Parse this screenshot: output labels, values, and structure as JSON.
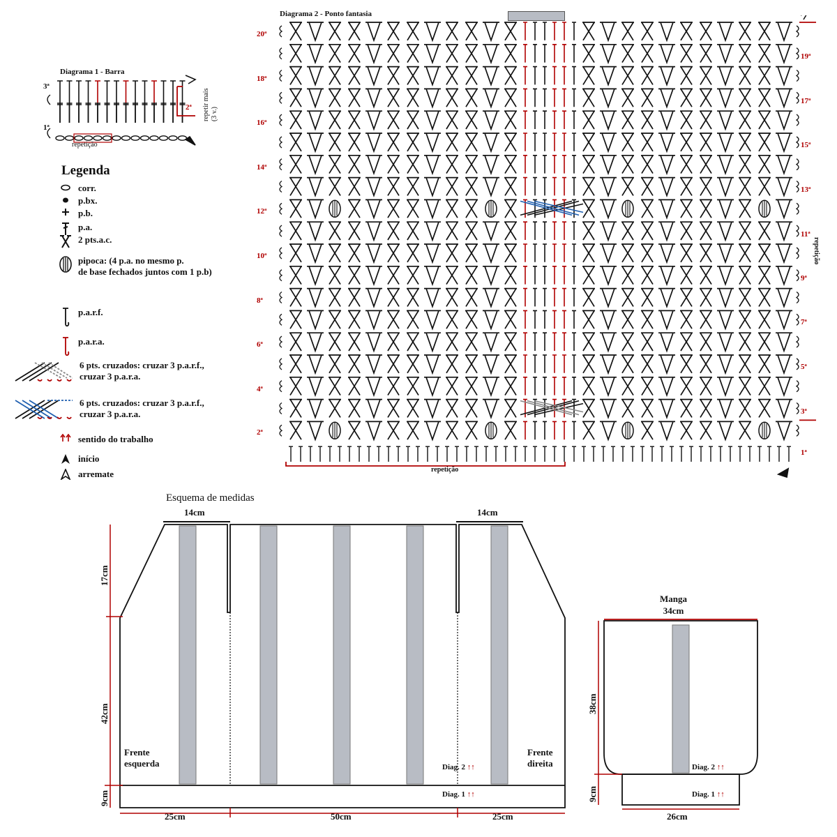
{
  "diagram1": {
    "title": "Diagrama 1 - Barra",
    "rows": [
      "3ª",
      "2ª",
      "1ª"
    ],
    "repeat_label": "repetição",
    "repeat_more": "repetir mais",
    "repeat_more2": "(3 v.)",
    "colors": {
      "red": "#b00000",
      "black": "#111111"
    }
  },
  "legend": {
    "title": "Legenda",
    "items": [
      {
        "icon": "chain-icon",
        "label": "corr."
      },
      {
        "icon": "slip-stitch-icon",
        "label": "p.bx."
      },
      {
        "icon": "single-crochet-icon",
        "label": "p.b."
      },
      {
        "icon": "double-crochet-icon",
        "label": "p.a."
      },
      {
        "icon": "crossed-stitches-icon",
        "label": "2 pts.a.c."
      },
      {
        "icon": "popcorn-icon",
        "label": "pipoca: (4 p.a. no mesmo p.",
        "label2": "de base fechados juntos com 1 p.b)"
      },
      {
        "icon": "front-post-icon",
        "label": "p.a.r.f."
      },
      {
        "icon": "back-post-icon",
        "label": "p.a.r.a."
      },
      {
        "icon": "cable-gray-icon",
        "label": "6 pts. cruzados: cruzar 3 p.a.r.f.,",
        "label2": "cruzar 3 p.a.r.a."
      },
      {
        "icon": "cable-blue-icon",
        "label": "6 pts. cruzados: cruzar 3 p.a.r.f.,",
        "label2": "cruzar 3 p.a.r.a."
      },
      {
        "icon": "direction-arrows-icon",
        "label": "sentido do trabalho"
      },
      {
        "icon": "start-arrow-icon",
        "label": "início"
      },
      {
        "icon": "finish-arrow-icon",
        "label": "arremate"
      }
    ]
  },
  "diagram2": {
    "title": "Diagrama 2 - Ponto fantasia",
    "left_rows": [
      "20ª",
      "18ª",
      "16ª",
      "14ª",
      "12ª",
      "10ª",
      "8ª",
      "6ª",
      "4ª",
      "2ª"
    ],
    "right_rows": [
      "19ª",
      "17ª",
      "15ª",
      "13ª",
      "11ª",
      "9ª",
      "7ª",
      "5ª",
      "3ª",
      "1ª"
    ],
    "repeat_bottom": "repetição",
    "repeat_side": "repetição",
    "colors": {
      "grid": "#111111",
      "accent": "#b00000",
      "blue": "#1f5fb0",
      "bar": "#b8bcc4"
    }
  },
  "schematic": {
    "title": "Esquema de medidas",
    "top_left": "14cm",
    "top_right": "14cm",
    "left_17": "17cm",
    "left_42": "42cm",
    "left_9": "9cm",
    "bottom_25a": "25cm",
    "bottom_50": "50cm",
    "bottom_25b": "25cm",
    "front_left": "Frente",
    "front_left2": "esquerda",
    "front_right": "Frente",
    "front_right2": "direita",
    "diag2": "Diag. 2",
    "diag1": "Diag. 1",
    "arrows": "↑↑"
  },
  "sleeve": {
    "title": "Manga",
    "width_top": "34cm",
    "height": "38cm",
    "cuff_height": "9cm",
    "cuff_width": "26cm",
    "diag2": "Diag. 2",
    "diag1": "Diag. 1",
    "arrows": "↑↑"
  }
}
